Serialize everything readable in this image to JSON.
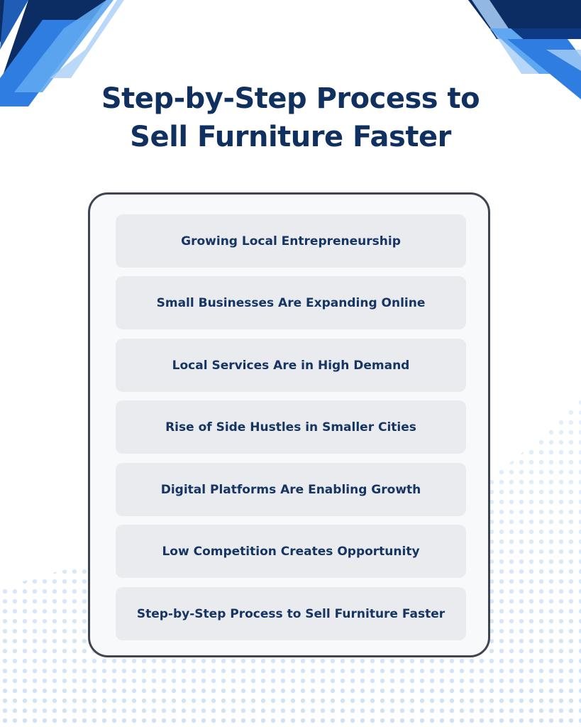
{
  "title": {
    "line1": "Step-by-Step Process to",
    "line2": "Sell Furniture Faster"
  },
  "steps": [
    {
      "label": "Growing Local Entrepreneurship"
    },
    {
      "label": "Small Businesses Are Expanding Online"
    },
    {
      "label": "Local Services Are in High Demand"
    },
    {
      "label": "Rise of Side Hustles in Smaller Cities"
    },
    {
      "label": "Digital Platforms Are Enabling Growth"
    },
    {
      "label": "Low Competition Creates Opportunity"
    },
    {
      "label": "Step-by-Step Process to Sell Furniture Faster"
    }
  ],
  "colors": {
    "title": "#10305f",
    "card_border": "#3f4451",
    "card_background": "#f8f9fb",
    "item_background": "#e9ebef",
    "item_text": "#163562",
    "accent_dark": "#0b2d63",
    "accent_blue": "#2f7de0",
    "accent_light": "#5fa7f0"
  }
}
